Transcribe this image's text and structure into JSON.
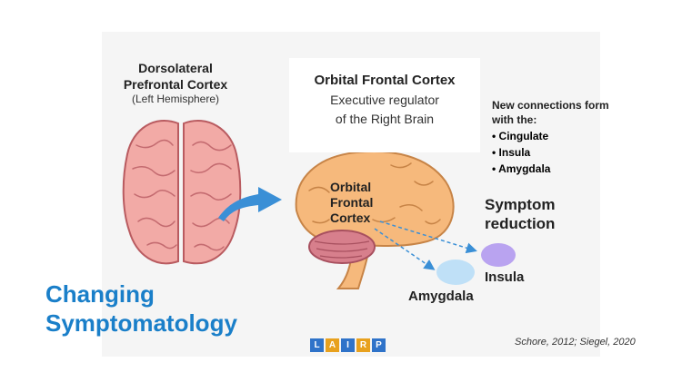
{
  "dlpfc": {
    "title_line1": "Dorsolateral",
    "title_line2": "Prefrontal Cortex",
    "subtitle": "(Left Hemisphere)"
  },
  "ofc_card": {
    "title": "Orbital Frontal Cortex",
    "line1": "Executive regulator",
    "line2": "of the Right Brain"
  },
  "connections": {
    "heading_line1": "New connections form",
    "heading_line2": "with the:",
    "items": [
      "Cingulate",
      "Insula",
      "Amygdala"
    ]
  },
  "brain_label": {
    "line1": "Orbital",
    "line2": "Frontal",
    "line3": "Cortex"
  },
  "symptom": {
    "line1": "Symptom",
    "line2": "reduction"
  },
  "regions": {
    "insula": "Insula",
    "amygdala": "Amygdala"
  },
  "headline": {
    "line1": "Changing",
    "line2": "Symptomatology"
  },
  "citation": "Schore, 2012; Siegel, 2020",
  "logo": {
    "letters": [
      "L",
      "A",
      "I",
      "R",
      "P"
    ],
    "colors": [
      "#2f73c9",
      "#e8a11e",
      "#2f73c9",
      "#e8a11e",
      "#2f73c9"
    ]
  },
  "colors": {
    "headline": "#1a7fc9",
    "brain_pink": "#f2aaa6",
    "brain_orange": "#f6b97c",
    "cerebellum": "#d77f8c",
    "arrow": "#3a8fd6",
    "insula": "#b9a3f0",
    "amygdala": "#bfe0f7"
  }
}
